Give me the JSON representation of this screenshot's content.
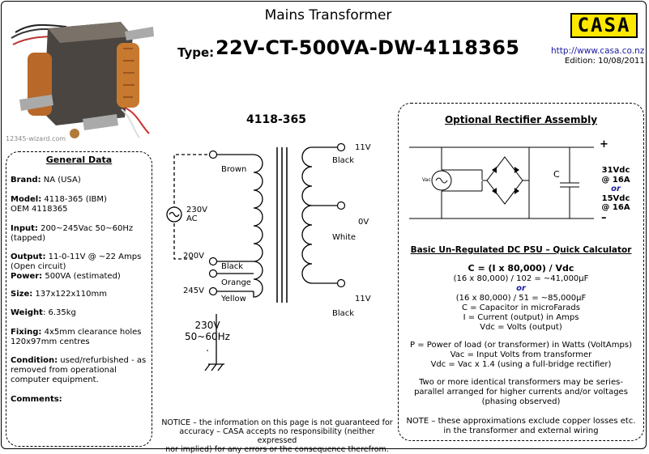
{
  "header": {
    "title": "Mains Transformer",
    "type_label": "Type:",
    "model": "22V-CT-500VA-DW-4118365",
    "logo": "CASA",
    "url": "http://www.casa.co.nz",
    "edition": "Edition: 10/08/2011",
    "photo_credit": "12345-wizard.com"
  },
  "general_data": {
    "title": "General Data",
    "brand_label": "Brand:",
    "brand_value": " NA (USA)",
    "model_label": "Model:",
    "model_value": " 4118-365 (IBM)",
    "model_oem": "OEM 4118365",
    "input_label": "Input:",
    "input_value": " 200~245Vac 50~60Hz",
    "input_note": "(tapped)",
    "output_label": "Output:",
    "output_value": " 11-0-11V @ ~22 Amps",
    "output_note": "(Open circuit)",
    "power_label": "Power:",
    "power_value": " 500VA (estimated)",
    "size_label": "Size:",
    "size_value": " 137x122x110mm",
    "weight_label": "Weight",
    "weight_value": ": 6.35kg",
    "fixing_label": "Fixing:",
    "fixing_value": " 4x5mm clearance holes",
    "fixing_note": "120x97mm centres",
    "condition_label": "Condition:",
    "condition_value": " used/refurbished - as",
    "condition_line2": "removed from operational",
    "condition_line3": "computer equipment.",
    "comments_label": "Comments:"
  },
  "schematic": {
    "title": "4118-365",
    "primary_source": "230V",
    "primary_source_2": "AC",
    "brown": "Brown",
    "tap_200": "200V",
    "black_primary": "Black",
    "orange": "Orange",
    "tap_245": "245V",
    "yellow": "Yellow",
    "sec_top_v": "11V",
    "sec_top_c": "Black",
    "sec_mid_v": "0V",
    "sec_mid_c": "White",
    "sec_bot_v": "11V",
    "sec_bot_c": "Black",
    "supply_1": "230V",
    "supply_2": "50~60Hz",
    "supply_3": "."
  },
  "rectifier": {
    "title": "Optional Rectifier Assembly",
    "plus": "+",
    "minus": "–",
    "vac": "Vac",
    "cap": "C",
    "v1": "31Vdc",
    "a1": "@ 16A",
    "or": "or",
    "v2": "15Vdc",
    "a2": "@ 16A"
  },
  "calculator": {
    "title": "Basic Un-Regulated DC PSU – Quick Calculator",
    "formula": "C = (I x 80,000) / Vdc",
    "ex1": "(16 x 80,000) / 102 = ~41,000µF",
    "or": "or",
    "ex2": "(16 x 80,000) / 51 = ~85,000µF",
    "def_c": "C = Capacitor in microFarads",
    "def_i": "I = Current (output) in Amps",
    "def_v": "Vdc = Volts (output)",
    "p_def": "P = Power of load (or transformer) in Watts (VoltAmps)",
    "vac_def": "Vac = Input Volts from transformer",
    "vdc_def": "Vdc = Vac x 1.4 (using a full-bridge rectifier)",
    "series_1": "Two or more identical transformers may be series-",
    "series_2": "parallel arranged for higher currents and/or voltages",
    "series_3": "(phasing observed)",
    "note_1": "NOTE – these approximations exclude copper losses etc.",
    "note_2": "in the transformer and external wiring"
  },
  "notice": {
    "line1": "NOTICE – the information on this page is not guaranteed for",
    "line2": "accuracy – CASA accepts no responsibility (neither expressed",
    "line3": "nor implied) for any errors or the consequence therefrom."
  }
}
